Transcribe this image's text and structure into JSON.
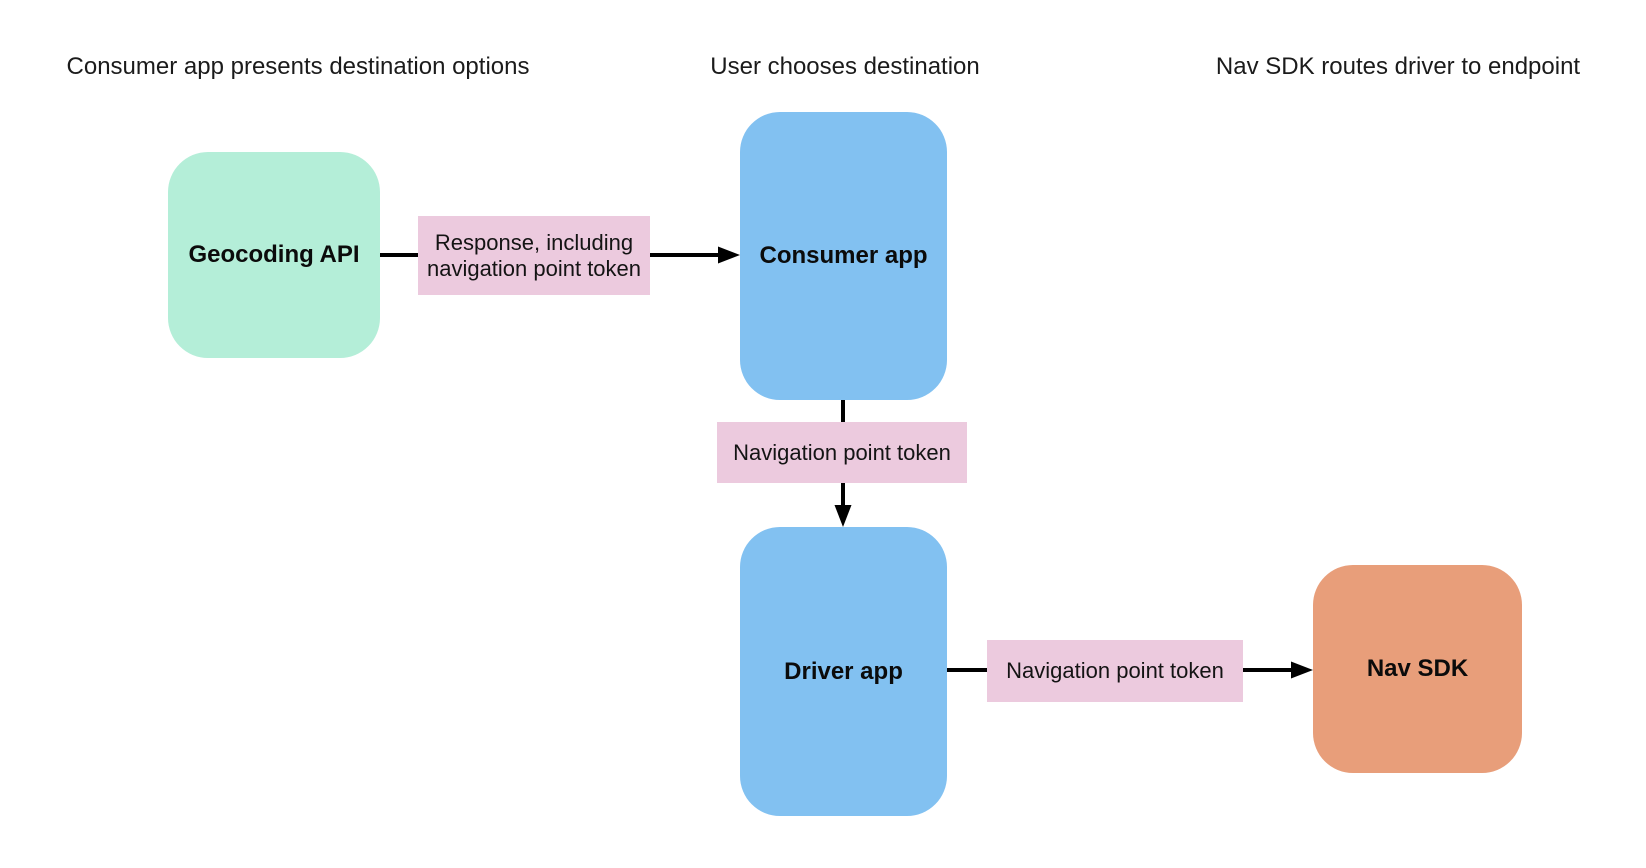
{
  "diagram": {
    "background": "#ffffff",
    "arrow_color": "#000000",
    "text_color": "#1b1b1b",
    "phases": [
      {
        "label": "Consumer app presents destination options"
      },
      {
        "label": "User chooses destination"
      },
      {
        "label": "Nav SDK routes driver to endpoint"
      }
    ],
    "nodes": [
      {
        "id": "geocoding-api",
        "label": "Geocoding API",
        "color": "#b4eed8"
      },
      {
        "id": "consumer-app",
        "label": "Consumer app",
        "color": "#82c1f1"
      },
      {
        "id": "driver-app",
        "label": "Driver app",
        "color": "#82c1f1"
      },
      {
        "id": "nav-sdk",
        "label": "Nav SDK",
        "color": "#e89e7a"
      }
    ],
    "edges": [
      {
        "from": "geocoding-api",
        "to": "consumer-app",
        "label": "Response, including navigation point token",
        "label_bg": "#eccade"
      },
      {
        "from": "consumer-app",
        "to": "driver-app",
        "label": "Navigation point token",
        "label_bg": "#eccade"
      },
      {
        "from": "driver-app",
        "to": "nav-sdk",
        "label": "Navigation point token",
        "label_bg": "#eccade"
      }
    ]
  }
}
